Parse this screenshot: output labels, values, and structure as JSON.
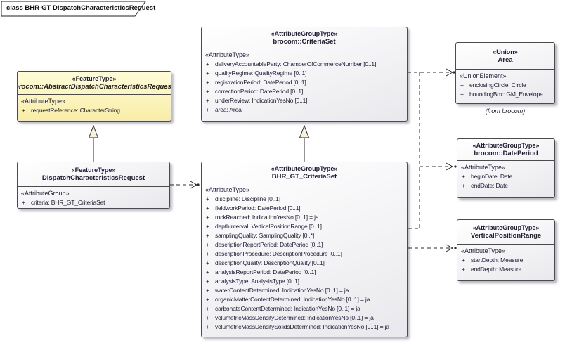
{
  "frame": {
    "title": "class BHR-GT DispatchCharacteristicsRequest"
  },
  "colors": {
    "box_border": "#4a4a50",
    "yellow_fill": "#fdf3b4",
    "gray_fill": "#e9e9ed",
    "line": "#2b2b2b",
    "triangle_fill": "#f8f1de"
  },
  "classes": {
    "abstract_request": {
      "stereotype": "«FeatureType»",
      "name": "brocom::AbstractDispatchCharacteristicsRequest",
      "compartment_label": "«AttributeType»",
      "attributes": [
        {
          "vis": "+",
          "text": "requestReference: CharacterString"
        }
      ]
    },
    "dispatch_request": {
      "stereotype": "«FeatureType»",
      "name": "DispatchCharacteristicsRequest",
      "compartment_label": "«AttributeGroup»",
      "attributes": [
        {
          "vis": "+",
          "text": "criteria: BHR_GT_CriteriaSet"
        }
      ]
    },
    "brocom_criteria_set": {
      "stereotype": "«AttributeGroupType»",
      "name": "brocom::CriteriaSet",
      "compartment_label": "«AttributeType»",
      "attributes": [
        {
          "vis": "+",
          "text": "deliveryAccountableParty: ChamberOfCommerceNumber [0..1]"
        },
        {
          "vis": "+",
          "text": "qualityRegime: QualityRegime [0..1]"
        },
        {
          "vis": "+",
          "text": "registrationPeriod: DatePeriod [0..1]"
        },
        {
          "vis": "+",
          "text": "correctionPeriod: DatePeriod [0..1]"
        },
        {
          "vis": "+",
          "text": "underReview: IndicationYesNo [0..1]"
        },
        {
          "vis": "+",
          "text": "area: Area"
        }
      ]
    },
    "bhr_gt_criteria_set": {
      "stereotype": "«AttributeGroupType»",
      "name": "BHR_GT_CriteriaSet",
      "compartment_label": "«AttributeType»",
      "attributes": [
        {
          "vis": "+",
          "text": "discipline: Discipline [0..1]"
        },
        {
          "vis": "+",
          "text": "fieldworkPeriod: DatePeriod [0..1]"
        },
        {
          "vis": "+",
          "text": "rockReached: IndicationYesNo [0..1] = ja"
        },
        {
          "vis": "+",
          "text": "depthInterval: VerticalPositionRange [0..1]"
        },
        {
          "vis": "+",
          "text": "samplingQuality: SamplingQuality [0..*]"
        },
        {
          "vis": "+",
          "text": "descriptionReportPeriod: DatePeriod [0..1]"
        },
        {
          "vis": "+",
          "text": "descriptionProcedure: DescriptionProcedure [0..1]"
        },
        {
          "vis": "+",
          "text": "descriptionQuality: DescriptionQuality [0..1]"
        },
        {
          "vis": "+",
          "text": "analysisReportPeriod: DatePeriod [0..1]"
        },
        {
          "vis": "+",
          "text": "analysisType: AnalysisType [0..1]"
        },
        {
          "vis": "+",
          "text": "waterContentDetermined: IndicationYesNo [0..1] = ja"
        },
        {
          "vis": "+",
          "text": "organicMatterContentDetermined: IndicationYesNo [0..1] = ja"
        },
        {
          "vis": "+",
          "text": "carbonateContentDetermined: IndicationYesNo [0..1] = ja"
        },
        {
          "vis": "+",
          "text": "volumetricMassDensityDetermined: IndicationYesNo [0..1] = ja"
        },
        {
          "vis": "+",
          "text": "volumetricMassDensitySolidsDetermined: IndicationYesNo [0..1] = ja"
        }
      ]
    },
    "area": {
      "stereotype": "«Union»",
      "name": "Area",
      "compartment_label": "«UnionElement»",
      "attributes": [
        {
          "vis": "+",
          "text": "enclosingCircle: Circle"
        },
        {
          "vis": "+",
          "text": "boundingBox: GM_Envelope"
        }
      ],
      "origin_note": "(from brocom)"
    },
    "date_period": {
      "stereotype": "«AttributeGroupType»",
      "name": "brocom::DatePeriod",
      "compartment_label": "«AttributeType»",
      "attributes": [
        {
          "vis": "+",
          "text": "beginDate: Date"
        },
        {
          "v": "+",
          "vis": "+",
          "text": "endDate: Date"
        }
      ]
    },
    "vertical_position_range": {
      "stereotype": "«AttributeGroupType»",
      "name": "VerticalPositionRange",
      "compartment_label": "«AttributeType»",
      "attributes": [
        {
          "vis": "+",
          "text": "startDepth: Measure"
        },
        {
          "vis": "+",
          "text": "endDepth: Measure"
        }
      ]
    }
  }
}
